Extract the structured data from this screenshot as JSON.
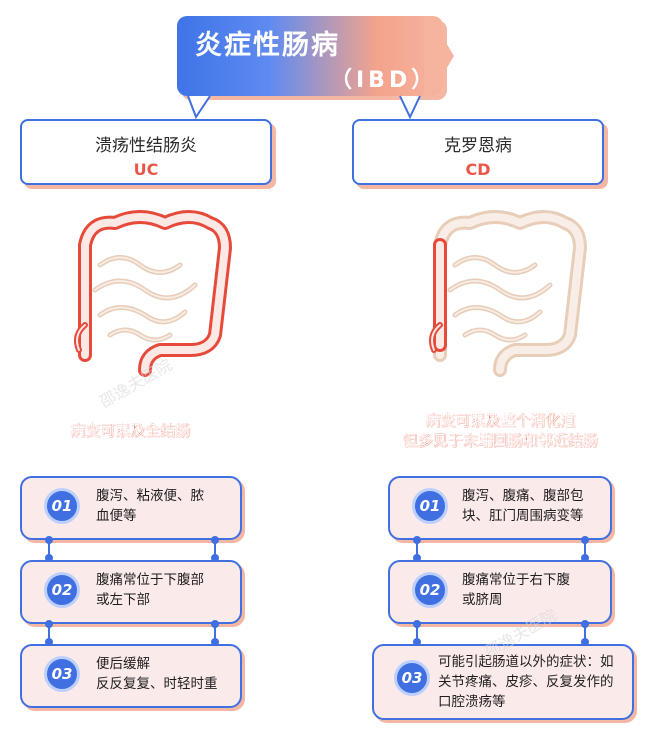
{
  "title": {
    "main": "炎症性肠病",
    "sub": "（IBD）"
  },
  "types": {
    "uc": {
      "name": "溃疡性结肠炎",
      "abbr": "UC"
    },
    "cd": {
      "name": "克罗恩病",
      "abbr": "CD"
    }
  },
  "descriptions": {
    "uc": [
      "病变可累及全结肠"
    ],
    "cd": [
      "病变可累及整个消化道",
      "但多见于末端回肠和邻近结肠"
    ]
  },
  "uc_cards": [
    {
      "num": "01",
      "lines": [
        "腹泻、粘液便、脓",
        "血便等"
      ]
    },
    {
      "num": "02",
      "lines": [
        "腹痛常位于下腹部",
        "或左下部"
      ]
    },
    {
      "num": "03",
      "lines": [
        "便后缓解",
        "反反复复、时轻时重"
      ]
    }
  ],
  "cd_cards": [
    {
      "num": "01",
      "lines": [
        "腹泻、腹痛、腹部包",
        "块、肛门周围病变等"
      ]
    },
    {
      "num": "02",
      "lines": [
        "腹痛常位于右下腹",
        "或脐周"
      ]
    },
    {
      "num": "03",
      "lines": [
        "可能引起肠道以外的症状：如",
        "关节疼痛、皮疹、反复发作的",
        "口腔溃疡等"
      ]
    }
  ],
  "watermarks": [
    "邵逸夫医院",
    "邵逸夫医院"
  ],
  "colors": {
    "blue": "#3f6fe0",
    "red": "#e54a3a",
    "beige": "#e8cdb8",
    "card_bg": "#fbeaea"
  }
}
